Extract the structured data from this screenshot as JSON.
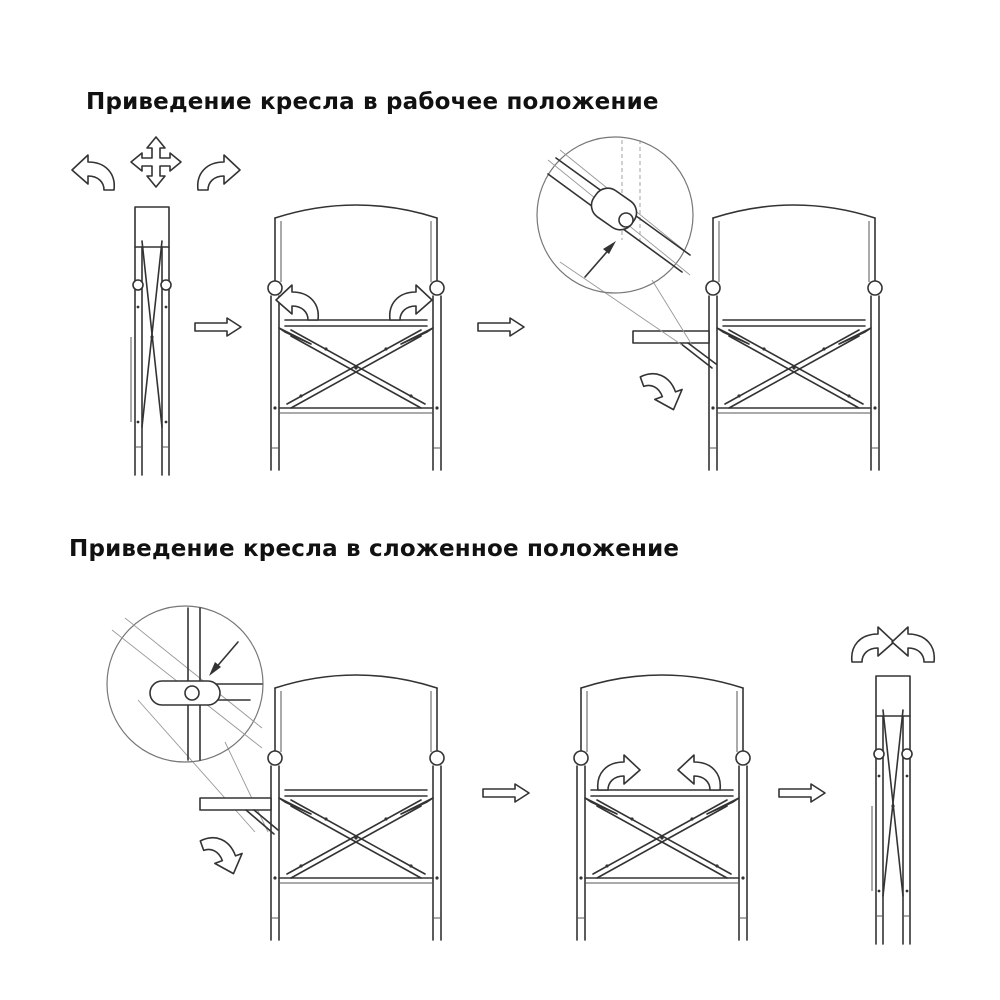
{
  "sections": {
    "unfold": {
      "title": "Приведение кресла в рабочее положение"
    },
    "fold": {
      "title": "Приведение кресла в сложенное положение"
    }
  },
  "icons": {
    "step_arrow": "right-outline-arrow",
    "rotate_arrow": "curved-rotation-arrow",
    "spread_arrow": "four-way-spread-arrow",
    "pointer_arrow": "pointer-arrow"
  },
  "colors": {
    "line": "#333333",
    "background": "#ffffff",
    "text": "#111111"
  }
}
